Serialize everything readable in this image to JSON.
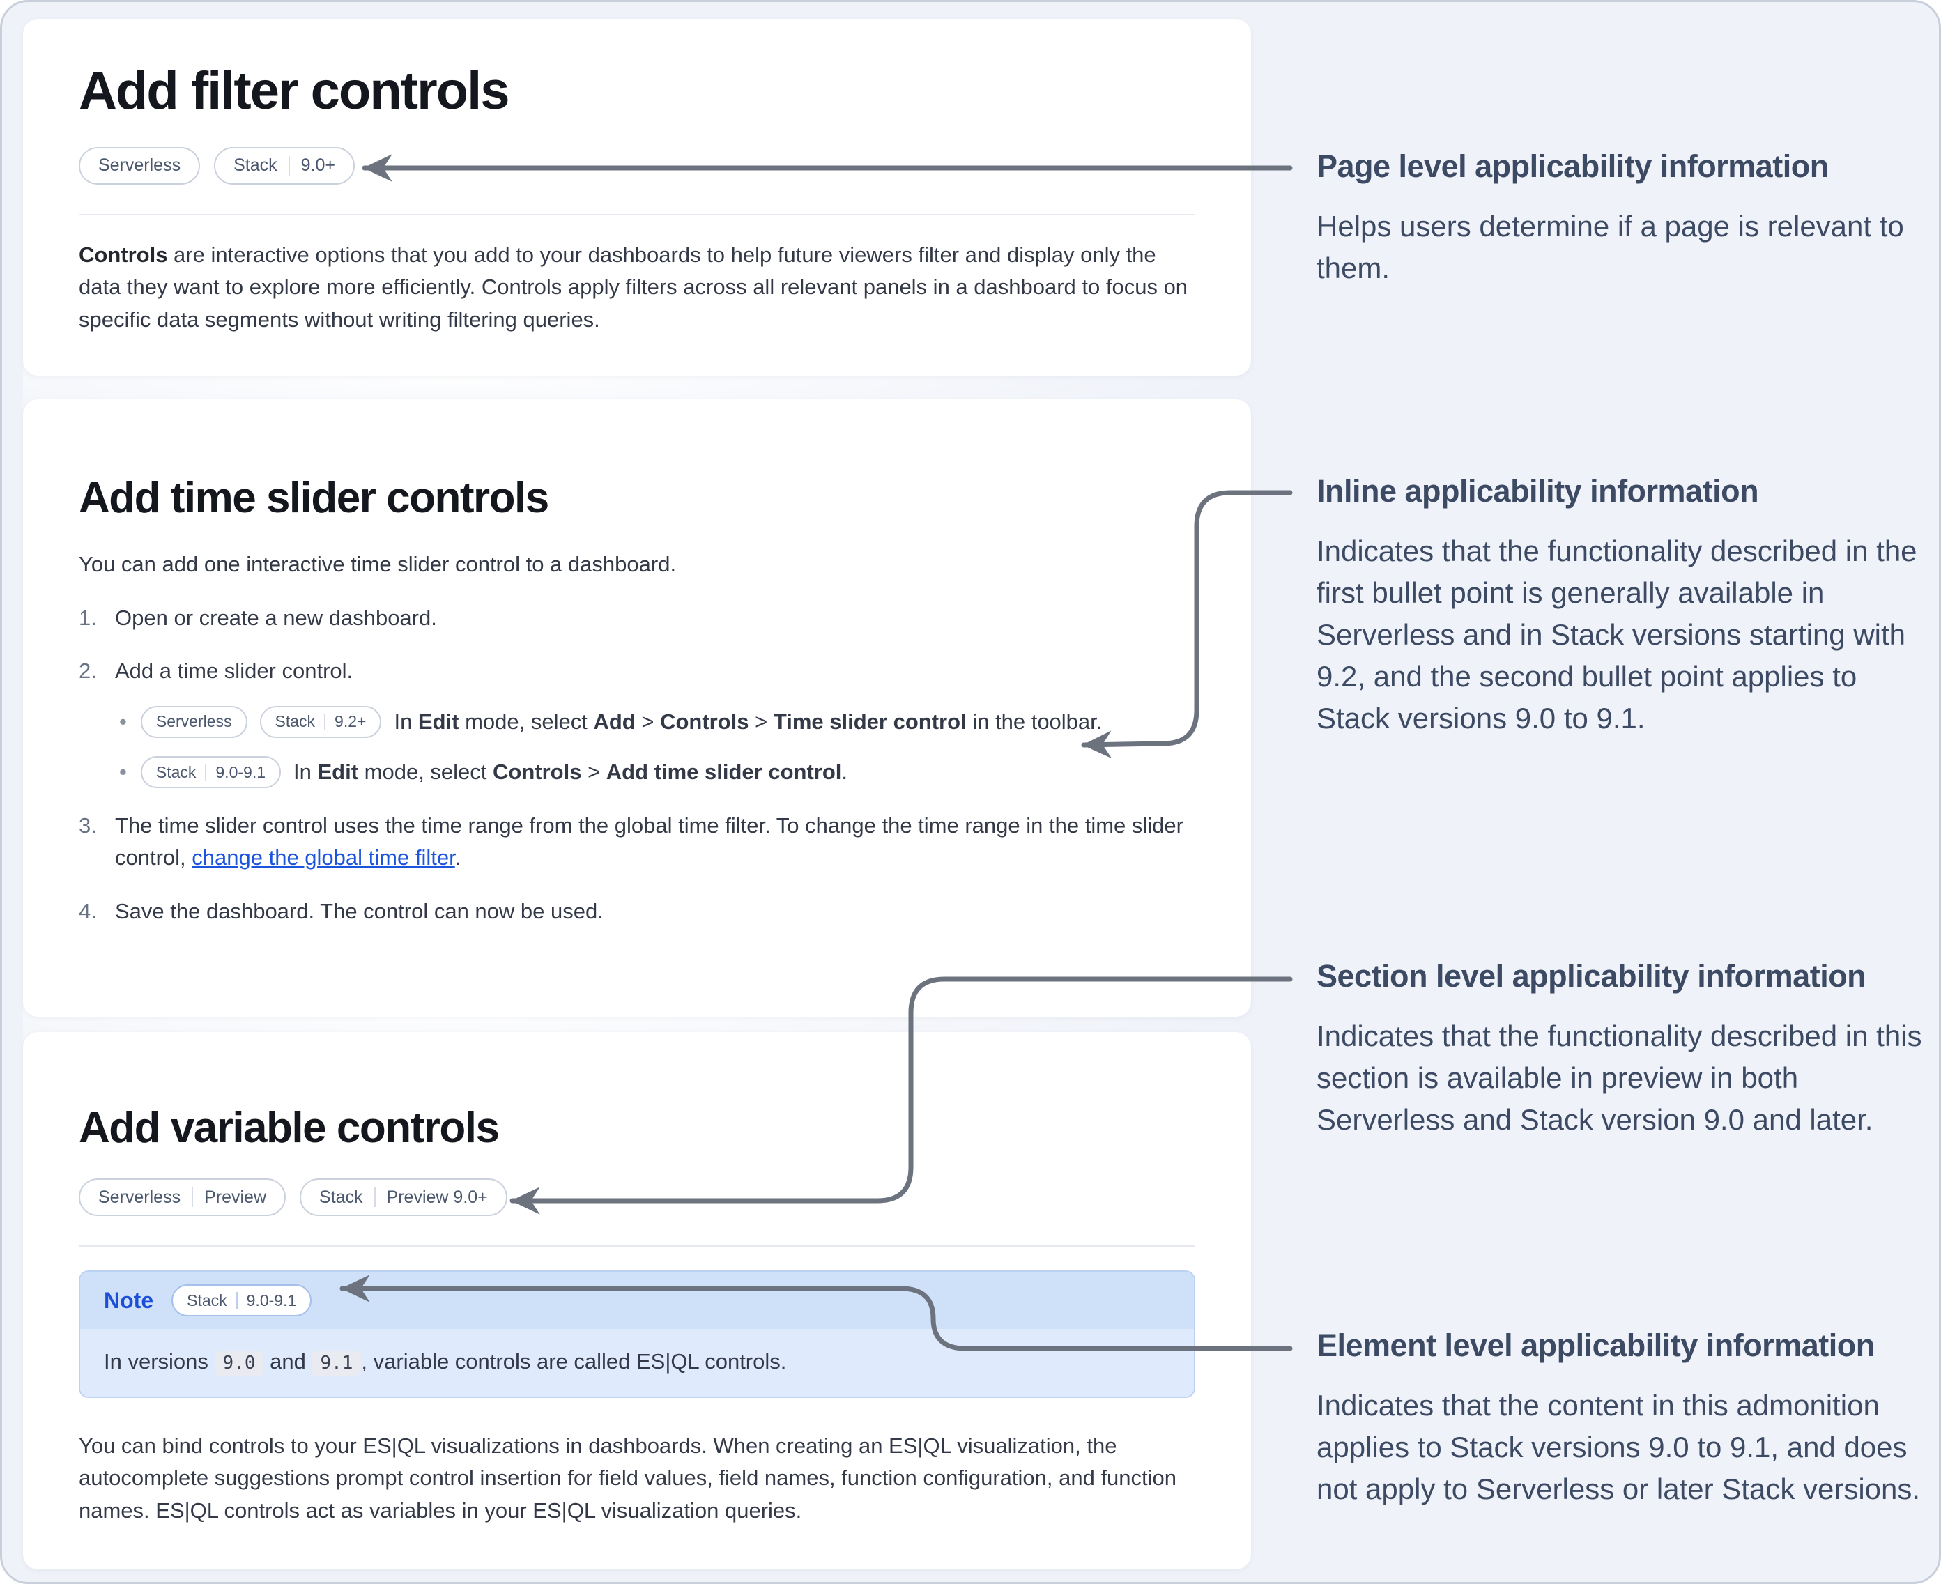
{
  "cards": {
    "filter": {
      "title": "Add filter controls",
      "badge_serverless": "Serverless",
      "badge_stack_label": "Stack",
      "badge_stack_version": "9.0+",
      "intro": [
        {
          "t": "Controls",
          "b": true
        },
        {
          "t": " are interactive options that you add to your dashboards to help future viewers filter and display only the data they want to explore more efficiently. Controls apply filters across all relevant panels in a dashboard to focus on specific data segments without writing filtering queries."
        }
      ]
    },
    "time_slider": {
      "title": "Add time slider controls",
      "intro": "You can add one interactive time slider control to a dashboard.",
      "steps": [
        {
          "num": "1.",
          "text": [
            {
              "t": "Open or create a new dashboard."
            }
          ]
        },
        {
          "num": "2.",
          "text": [
            {
              "t": "Add a time slider control."
            }
          ]
        },
        {
          "num": "3.",
          "text": [
            {
              "t": "The time slider control uses the time range from the global time filter. To change the time range in the time slider control, "
            },
            {
              "t": "change the global time filter",
              "link": true,
              "name": "change-global-time-filter-link"
            },
            {
              "t": "."
            }
          ]
        },
        {
          "num": "4.",
          "text": [
            {
              "t": "Save the dashboard. The control can now be used."
            }
          ]
        }
      ],
      "bullet_one": {
        "badge_serverless": "Serverless",
        "badge_stack_label": "Stack",
        "badge_stack_version": "9.2+",
        "text": [
          {
            "t": "In "
          },
          {
            "t": "Edit",
            "b": true
          },
          {
            "t": " mode, select "
          },
          {
            "t": "Add",
            "b": true
          },
          {
            "t": " > "
          },
          {
            "t": "Controls",
            "b": true
          },
          {
            "t": " > "
          },
          {
            "t": "Time slider control",
            "b": true
          },
          {
            "t": " in the toolbar."
          }
        ]
      },
      "bullet_two": {
        "badge_stack_label": "Stack",
        "badge_stack_version": "9.0-9.1",
        "text": [
          {
            "t": "In "
          },
          {
            "t": "Edit",
            "b": true
          },
          {
            "t": " mode, select "
          },
          {
            "t": "Controls",
            "b": true
          },
          {
            "t": " > "
          },
          {
            "t": "Add time slider control",
            "b": true
          },
          {
            "t": "."
          }
        ]
      }
    },
    "variable": {
      "title": "Add variable controls",
      "badge_serverless_label": "Serverless",
      "badge_serverless_flag": "Preview",
      "badge_stack_label": "Stack",
      "badge_stack_version": "Preview 9.0+",
      "note": {
        "label": "Note",
        "badge_stack_label": "Stack",
        "badge_stack_version": "9.0-9.1",
        "body": [
          {
            "t": "In versions "
          },
          {
            "t": "9.0",
            "code": true
          },
          {
            "t": " and "
          },
          {
            "t": "9.1",
            "code": true
          },
          {
            "t": ", variable controls are called ES|QL controls."
          }
        ]
      },
      "paragraph": "You can bind controls to your ES|QL visualizations in dashboards. When creating an ES|QL visualization, the autocomplete suggestions prompt control insertion for field values, field names, function configuration, and function names. ES|QL controls act as variables in your ES|QL visualization queries."
    }
  },
  "annotations": {
    "page_level": {
      "title": "Page level applicability information",
      "body": "Helps users determine if a page is relevant to them."
    },
    "inline": {
      "title": "Inline applicability information",
      "body": "Indicates that the functionality described in the first bullet point is generally available in Serverless and in Stack versions starting with 9.2, and the second bullet point applies to Stack versions 9.0 to 9.1."
    },
    "section_level": {
      "title": "Section level applicability information",
      "body": "Indicates that the functionality described in this section is available in preview in both Serverless and Stack version 9.0 and later."
    },
    "element_level": {
      "title": "Element level applicability information",
      "body": "Indicates that the content in this admonition applies to Stack versions 9.0 to 9.1, and does not apply to Serverless or later Stack versions."
    }
  },
  "colors": {
    "arrow": "#6c737e",
    "accent_blue": "#1b4fd8",
    "link_blue": "#1c54dd"
  }
}
